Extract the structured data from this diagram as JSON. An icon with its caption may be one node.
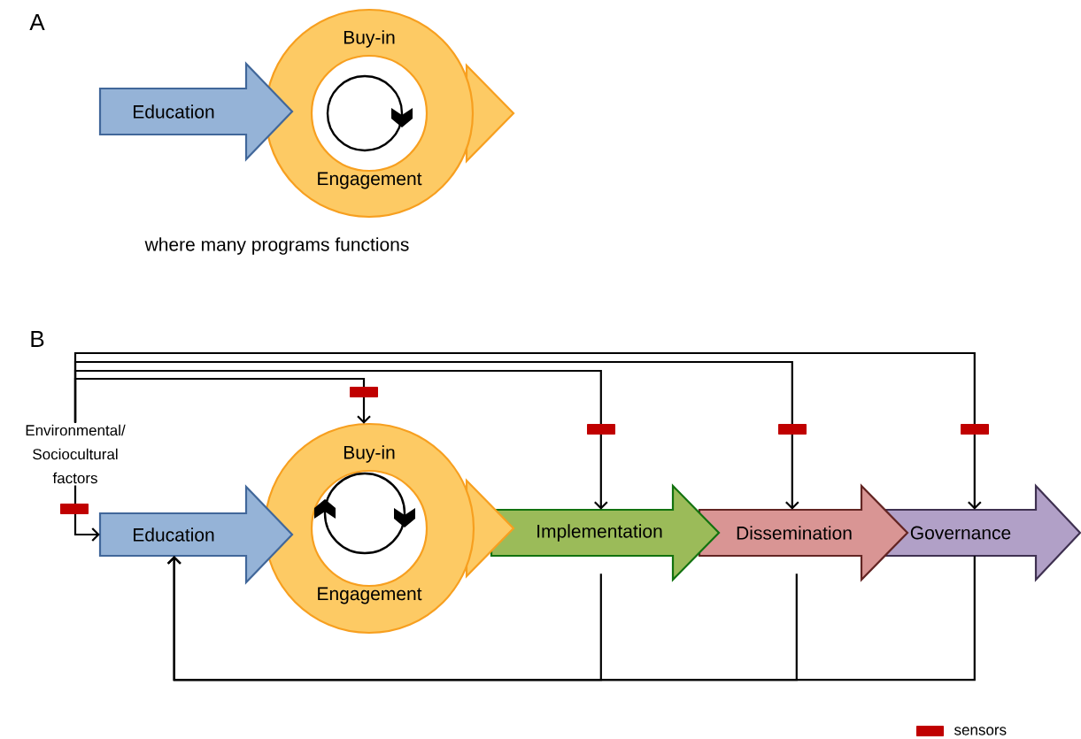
{
  "diagram": {
    "nodes": [
      {
        "text": [
          "Education"
        ]
      },
      {
        "text": [
          "Buy-in",
          "Engagement"
        ]
      },
      {
        "text": [
          "Environmental/ Sociocultural factors"
        ]
      },
      {
        "text": [
          "Education"
        ]
      },
      {
        "text": [
          "Buy-in",
          "Engagement"
        ]
      },
      {
        "text": [
          "Implementation"
        ]
      },
      {
        "text": [
          "Dissemination"
        ]
      },
      {
        "text": [
          "Governance"
        ]
      }
    ],
    "edges": [
      {
        "from": 2,
        "to": 3,
        "arrow": "to"
      },
      {
        "from": 2,
        "to": 4,
        "arrow": "to"
      },
      {
        "from": 2,
        "to": 5,
        "arrow": "to"
      },
      {
        "from": 2,
        "to": 6,
        "arrow": "to"
      },
      {
        "from": 2,
        "to": 7,
        "arrow": "to"
      },
      {
        "from": 5,
        "to": 3,
        "arrow": "to"
      },
      {
        "from": 6,
        "to": 3,
        "arrow": "to"
      },
      {
        "from": 7,
        "to": 3,
        "arrow": "to"
      }
    ],
    "labels": [
      "A",
      "where many programs functions",
      "B"
    ],
    "legend": [
      {
        "text": "sensors",
        "color": "#c00000"
      }
    ]
  }
}
